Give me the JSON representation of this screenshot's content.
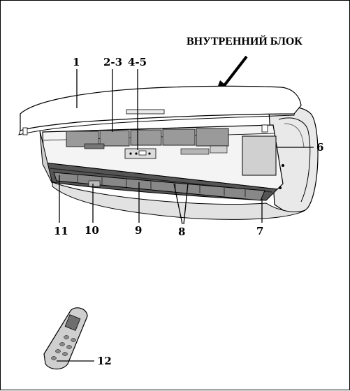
{
  "title": "ВНУТРЕННИЙ БЛОК",
  "labels": {
    "l1": "1",
    "l23": "2-3",
    "l45": "4-5",
    "l6": "6",
    "l7": "7",
    "l8": "8",
    "l9": "9",
    "l10": "10",
    "l11": "11",
    "l12": "12"
  }
}
